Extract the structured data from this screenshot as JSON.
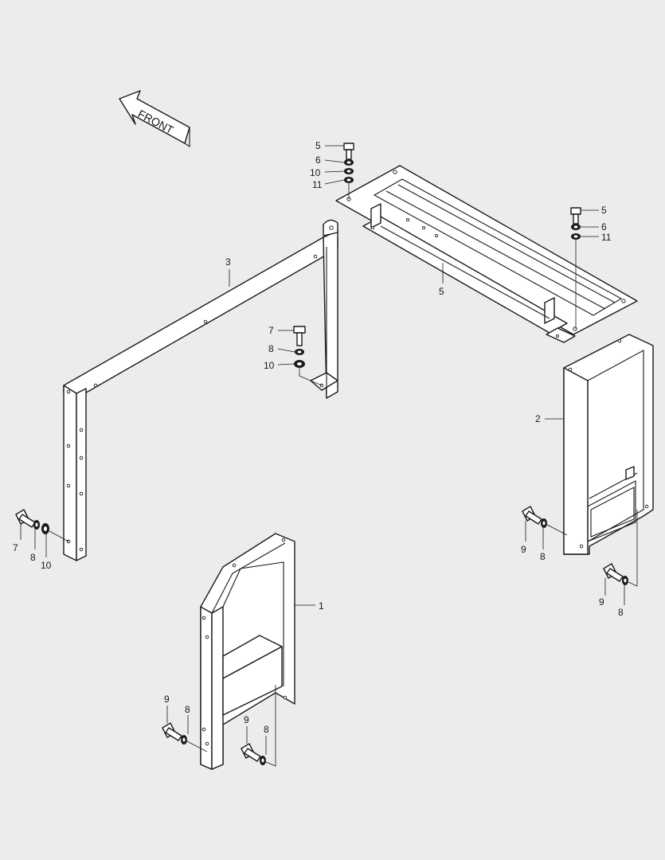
{
  "front_arrow": {
    "label": "FRONT"
  },
  "callouts": {
    "c_5a": "5",
    "c_6a": "6",
    "c_10a": "10",
    "c_11a": "11",
    "c_5b": "5",
    "c_6b": "6",
    "c_11b": "11",
    "c_5c": "5",
    "c_3": "3",
    "c_7a": "7",
    "c_8a": "8",
    "c_10b": "10",
    "c_2": "2",
    "c_7b": "7",
    "c_8b": "8",
    "c_10c": "10",
    "c_9a": "9",
    "c_8c": "8",
    "c_9b": "9",
    "c_8d": "8",
    "c_1": "1",
    "c_9c": "9",
    "c_8e": "8",
    "c_9d": "9",
    "c_8f": "8"
  }
}
